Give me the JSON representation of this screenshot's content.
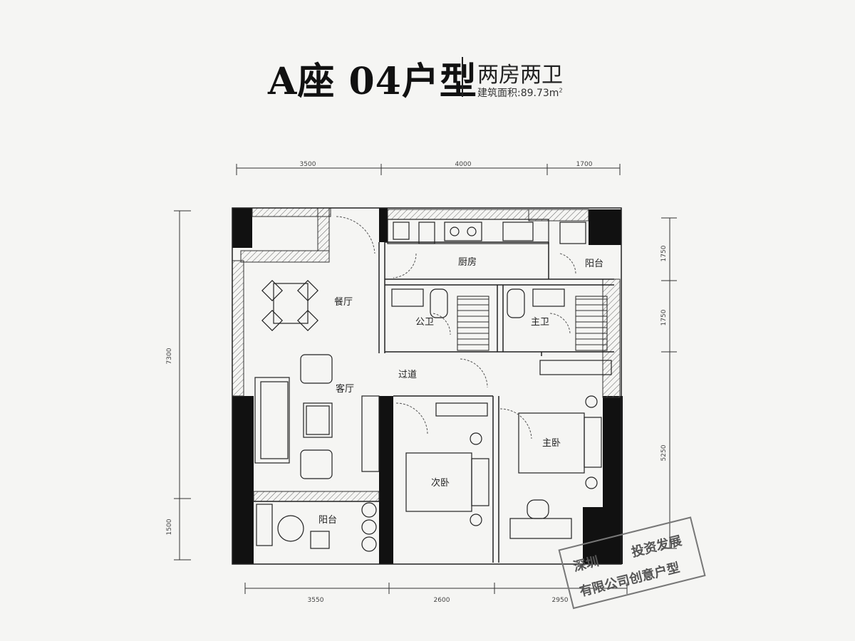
{
  "header": {
    "title": "A座 04户型",
    "layout_type": "两房两卫",
    "area_label": "建筑面积:89.73m",
    "area_unit_sup": "2"
  },
  "rooms": {
    "kitchen": "厨房",
    "balcony_top": "阳台",
    "dining": "餐厅",
    "public_bath": "公卫",
    "master_bath": "主卫",
    "corridor": "过道",
    "living": "客厅",
    "second_bedroom": "次卧",
    "master_bedroom": "主卧",
    "balcony_bottom": "阳台"
  },
  "dimensions": {
    "top": [
      "3500",
      "4000",
      "1700"
    ],
    "bottom": [
      "3550",
      "2600",
      "2950"
    ],
    "left": [
      "7300",
      "1500"
    ],
    "right": [
      "1750",
      "1750",
      "5250"
    ]
  },
  "stamp": {
    "line1": "深圳",
    "line1b": "投资发展",
    "line2": "有限公司创意户型"
  },
  "colors": {
    "wall": "#111111",
    "line": "#222222",
    "background": "#f5f5f3"
  }
}
